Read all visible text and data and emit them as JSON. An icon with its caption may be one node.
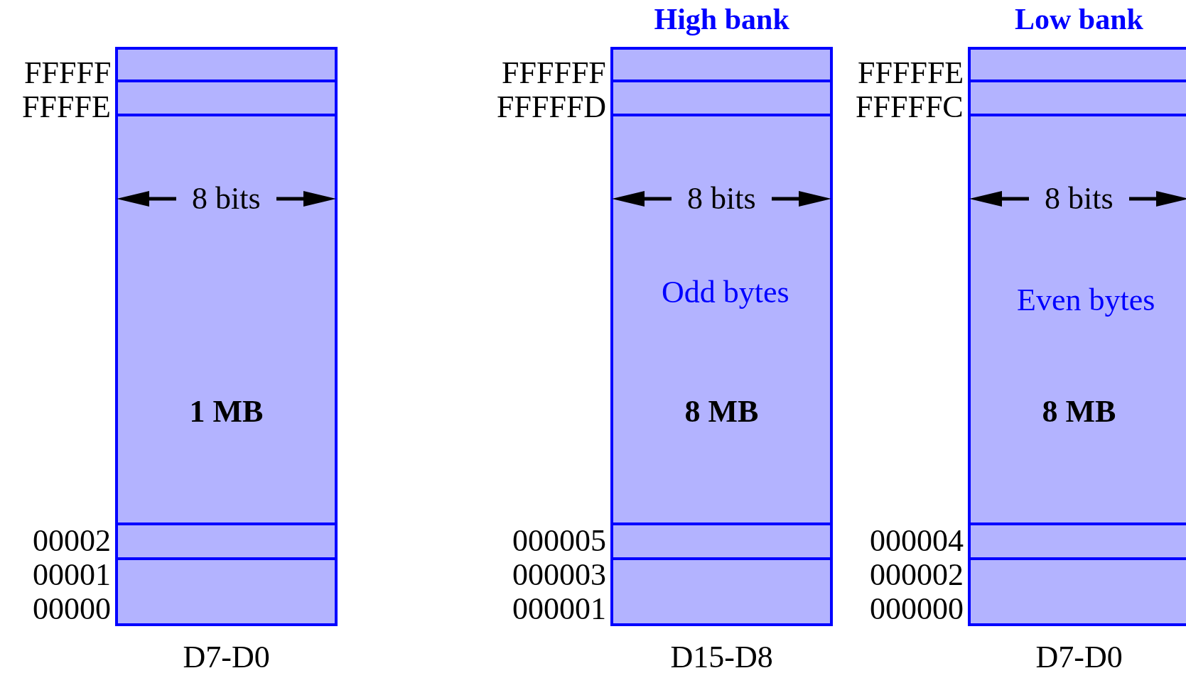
{
  "diagram": {
    "nodes": [
      {
        "text": [
          "8 bits",
          "1 MB"
        ],
        "beside": [
          "FFFFF",
          "FFFFE",
          "00002",
          "00001",
          "00000",
          "D7-D0"
        ]
      },
      {
        "text": [
          "High bank",
          "8 bits",
          "Odd bytes",
          "8 MB"
        ],
        "beside": [
          "FFFFFF",
          "FFFFFD",
          "000005",
          "000003",
          "000001",
          "D15-D8"
        ]
      },
      {
        "text": [
          "Low bank",
          "8 bits",
          "Even bytes",
          "8 MB"
        ],
        "beside": [
          "FFFFFE",
          "FFFFFC",
          "000004",
          "000002",
          "000000",
          "D7-D0"
        ]
      }
    ],
    "edges": []
  }
}
